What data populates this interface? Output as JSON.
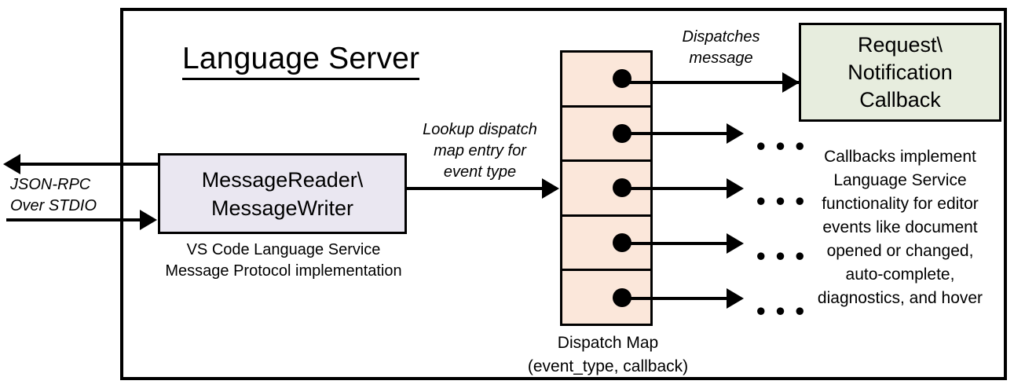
{
  "diagram": {
    "title": "Language Server",
    "nodes": {
      "reader": {
        "label": "MessageReader\\\nMessageWriter",
        "caption": "VS Code Language Service\nMessage Protocol implementation",
        "fill": "#eae7f1"
      },
      "dispatch_map": {
        "caption": "Dispatch Map\n(event_type, callback)",
        "fill": "#fbe7da",
        "cell_count": 5,
        "cells": [
          {
            "id": "entry-1",
            "dot": "filled-dot"
          },
          {
            "id": "entry-2",
            "dot": "filled-dot"
          },
          {
            "id": "entry-3",
            "dot": "filled-dot"
          },
          {
            "id": "entry-4",
            "dot": "filled-dot"
          },
          {
            "id": "entry-5",
            "dot": "filled-dot"
          }
        ]
      },
      "callback": {
        "label": "Request\\\nNotification\nCallback",
        "caption": "Callbacks implement\nLanguage Service\nfunctionality for editor\nevents like document\nopened or changed,\nauto-complete,\ndiagnostics, and hover",
        "fill": "#e7edde"
      }
    },
    "edges": {
      "jsonrpc": "JSON-RPC\nOver STDIO",
      "lookup": "Lookup dispatch\nmap entry for\nevent type",
      "dispatches": "Dispatches\nmessage",
      "ellipsis": "• • •"
    },
    "colors": {
      "stroke": "#000000",
      "background": "#ffffff",
      "reader_fill": "#eae7f1",
      "map_fill": "#fbe7da",
      "callback_fill": "#e7edde"
    }
  }
}
